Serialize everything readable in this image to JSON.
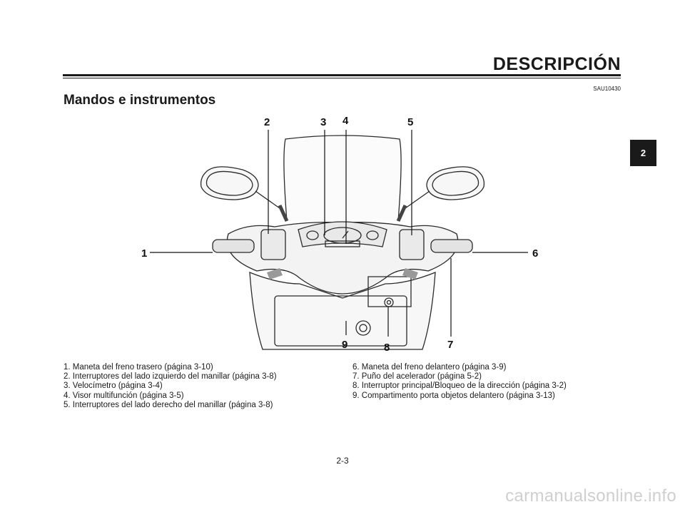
{
  "header": {
    "section_title": "DESCRIPCIÓN",
    "reference_code": "SAU10430",
    "page_heading": "Mandos e instrumentos"
  },
  "chapter_tab": "2",
  "figure": {
    "callouts": [
      "1",
      "2",
      "3",
      "4",
      "5",
      "6",
      "7",
      "8",
      "9"
    ]
  },
  "captions": {
    "left": [
      "1. Maneta del freno trasero (página 3-10)",
      "2. Interruptores del lado izquierdo del manillar (página 3-8)",
      "3. Velocímetro (página 3-4)",
      "4. Visor multifunción (página 3-5)",
      "5. Interruptores del lado derecho del manillar (página 3-8)"
    ],
    "right": [
      "6. Maneta del freno delantero (página 3-9)",
      "7. Puño del acelerador (página 5-2)",
      "8. Interruptor principal/Bloqueo de la dirección (página 3-2)",
      "9. Compartimento porta objetos delantero (página 3-13)"
    ]
  },
  "footer": {
    "page_number": "2-3",
    "watermark": "carmanualsonline.info"
  }
}
